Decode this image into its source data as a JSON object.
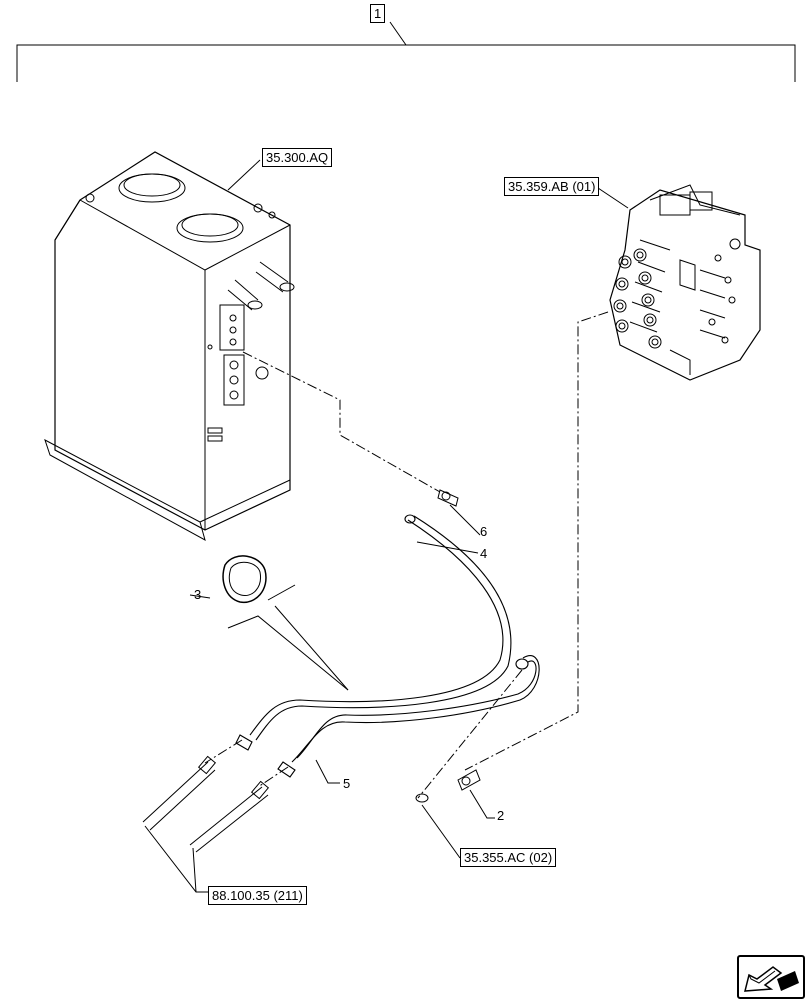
{
  "callouts": {
    "assembly": "1",
    "tank_ref": "35.300.AQ",
    "valve_ref": "35.359.AB (01)",
    "fitting_ref": "35.355.AC (02)",
    "hose_ref": "88.100.35 (211)"
  },
  "parts": {
    "p2": "2",
    "p3": "3",
    "p4": "4",
    "p5": "5",
    "p6": "6"
  },
  "icons": {
    "nav": "next-page-arrow-icon"
  }
}
